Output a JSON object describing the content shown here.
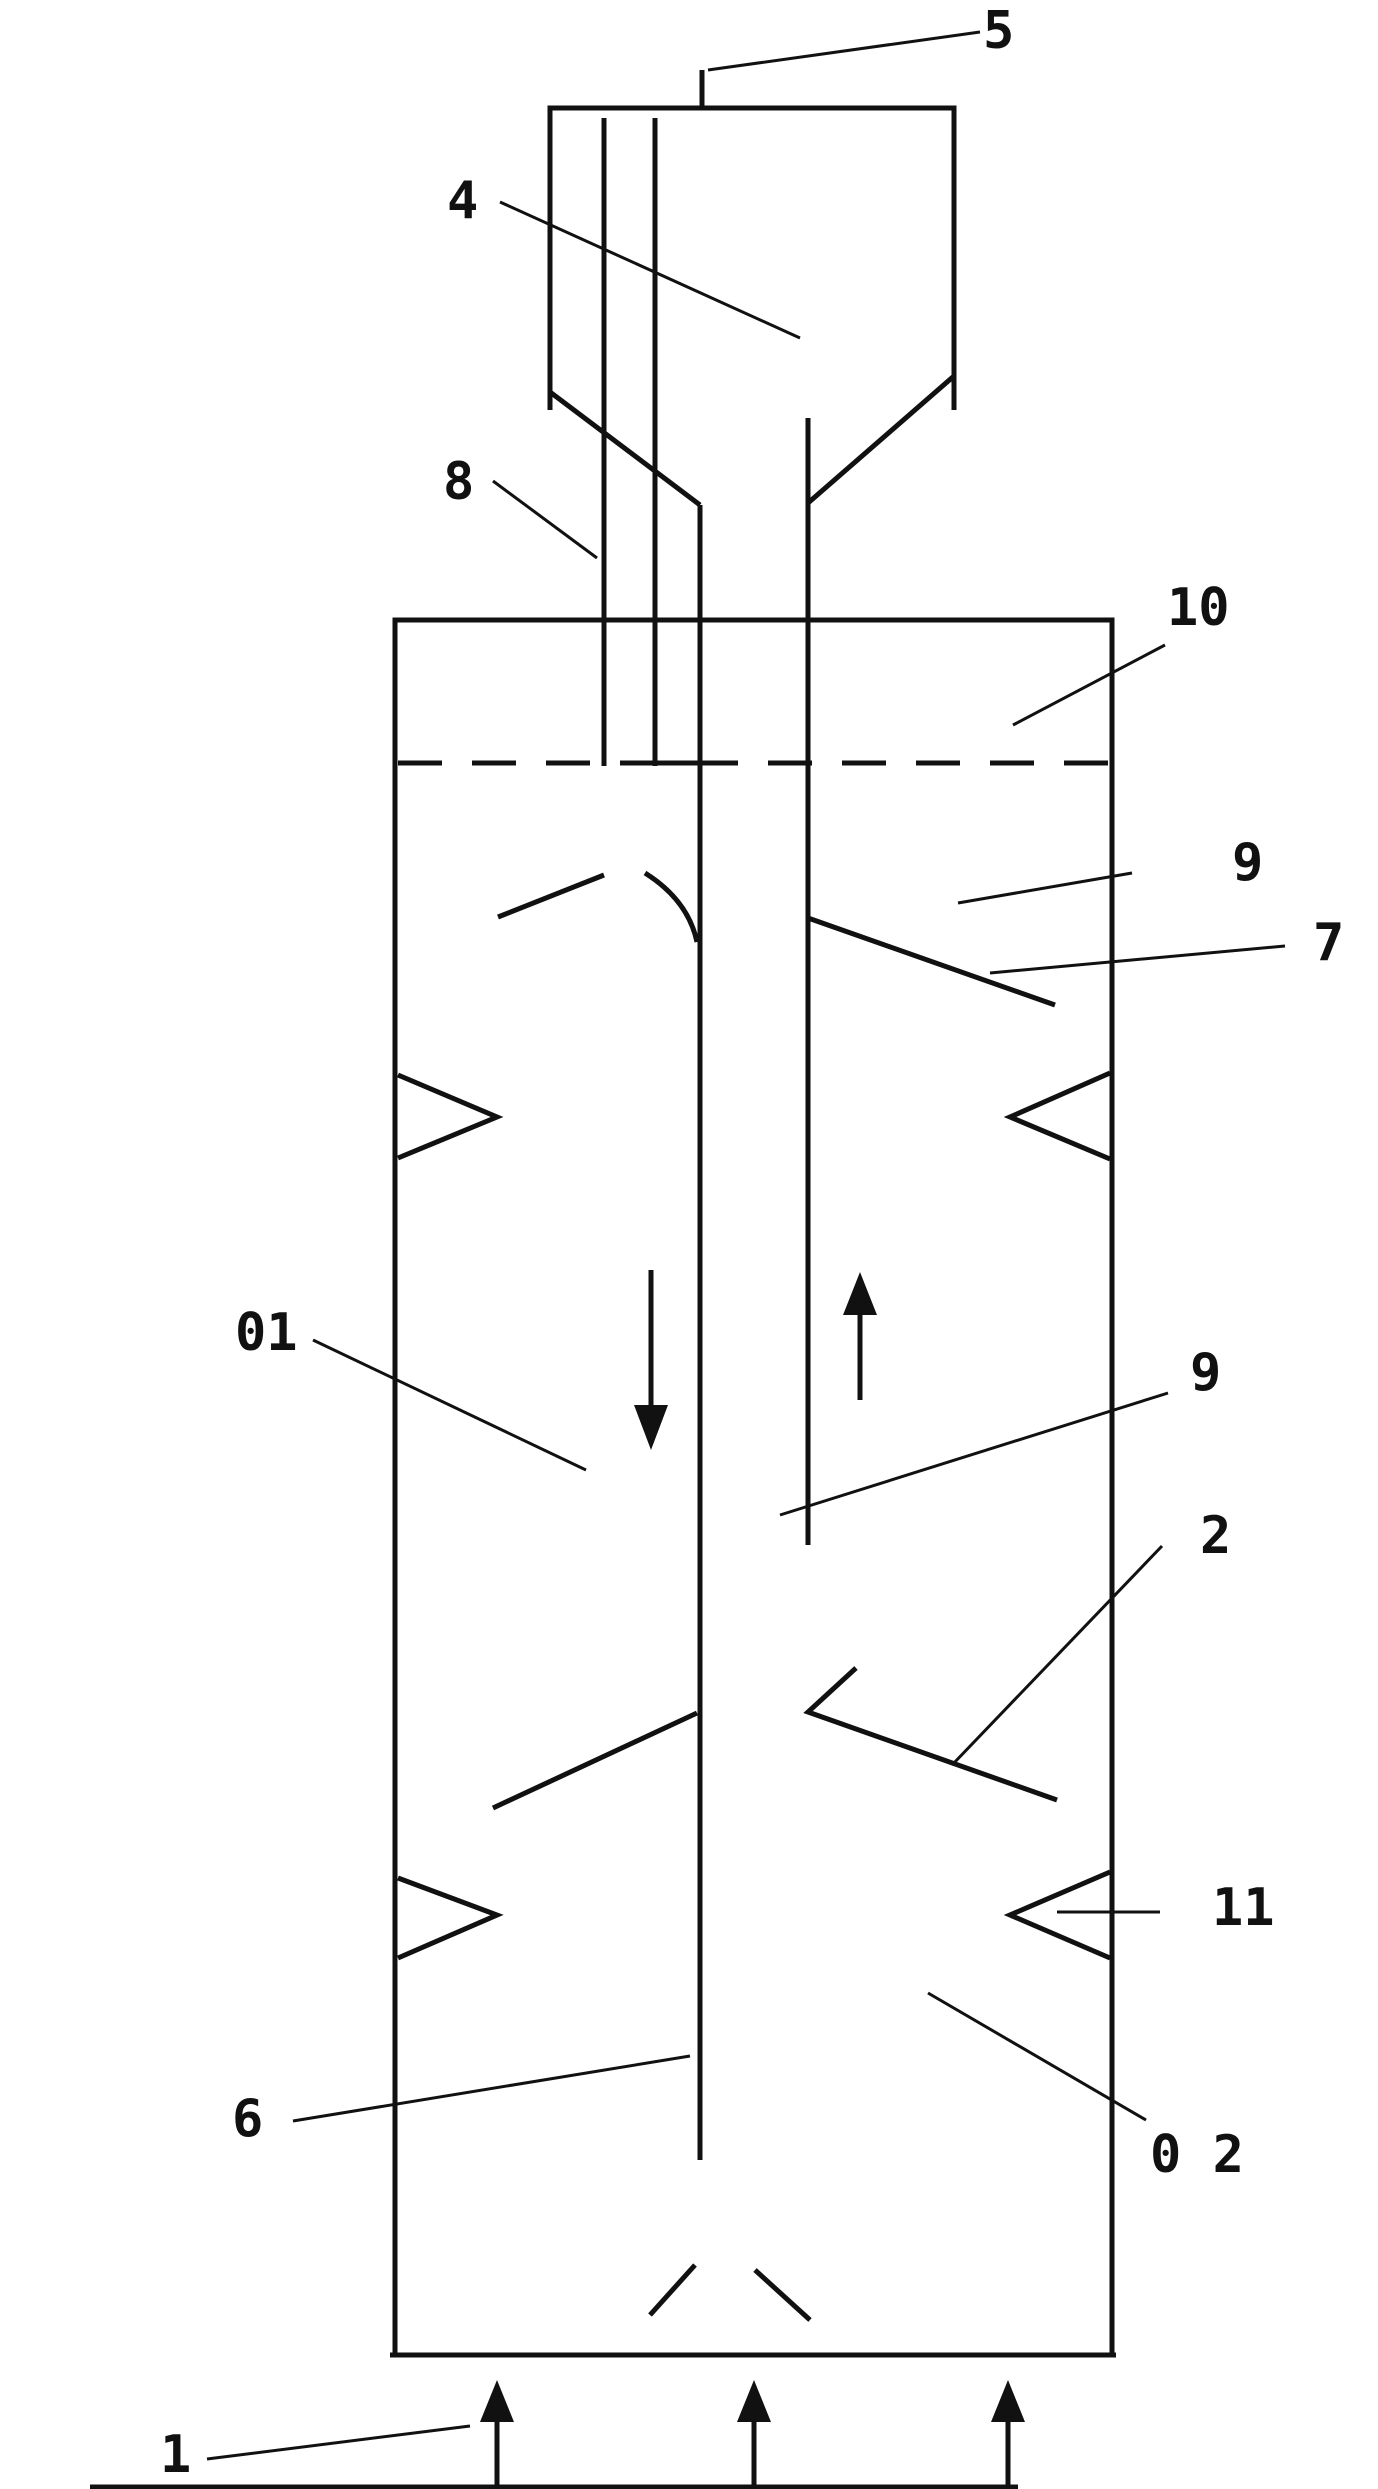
{
  "labels": {
    "l1": "1",
    "l2": "2",
    "l4": "4",
    "l5": "5",
    "l6": "6",
    "l7": "7",
    "l8": "8",
    "l9a": "9",
    "l9b": "9",
    "l10": "10",
    "l11": "11",
    "l01": "01",
    "l02": "0 2"
  }
}
